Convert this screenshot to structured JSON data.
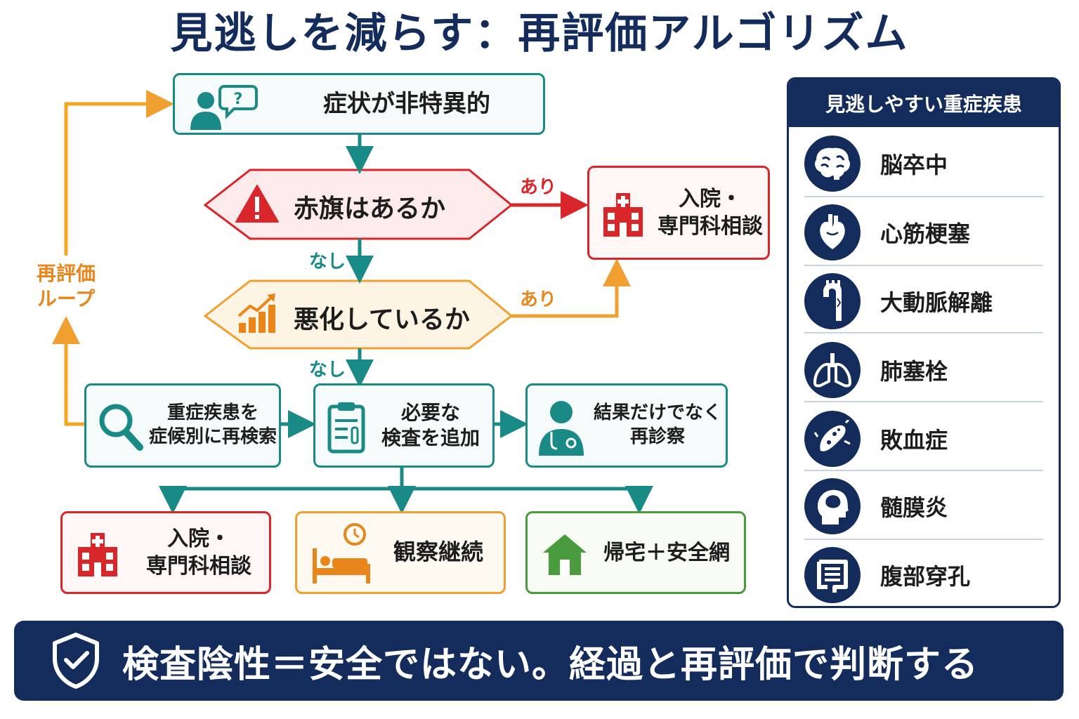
{
  "title": "見逃しを減らす：再評価アルゴリズム",
  "flow": {
    "start": "症状が非特異的",
    "decision_redflag": "赤旗はあるか",
    "decision_worse": "悪化しているか",
    "label_yes": "あり",
    "label_no": "なし",
    "admit": {
      "line1": "入院・",
      "line2": "専門科相談"
    },
    "research": {
      "line1": "重症疾患を",
      "line2": "症候別に再検索"
    },
    "tests": {
      "line1": "必要な",
      "line2": "検査を追加"
    },
    "reexam": {
      "line1": "結果だけでなく",
      "line2": "再診察"
    },
    "loop_label": {
      "line1": "再評価",
      "line2": "ループ"
    },
    "outcome_admit": {
      "line1": "入院・",
      "line2": "専門科相談"
    },
    "outcome_observe": "観察継続",
    "outcome_home": "帰宅＋安全網"
  },
  "panel": {
    "title": "見逃しやすい重症疾患",
    "items": [
      {
        "name": "脳卒中",
        "icon": "brain-icon"
      },
      {
        "name": "心筋梗塞",
        "icon": "heart-icon"
      },
      {
        "name": "大動脈解離",
        "icon": "aorta-icon"
      },
      {
        "name": "肺塞栓",
        "icon": "lungs-icon"
      },
      {
        "name": "敗血症",
        "icon": "bacteria-icon"
      },
      {
        "name": "髄膜炎",
        "icon": "head-icon"
      },
      {
        "name": "腹部穿孔",
        "icon": "intestine-icon"
      }
    ]
  },
  "footer": "検査陰性＝安全ではない。経過と再評価で判断する",
  "colors": {
    "navy": "#142c5c",
    "teal": "#1a8a86",
    "red": "#d8262a",
    "orange": "#f0a030",
    "green": "#4a9a3e"
  }
}
